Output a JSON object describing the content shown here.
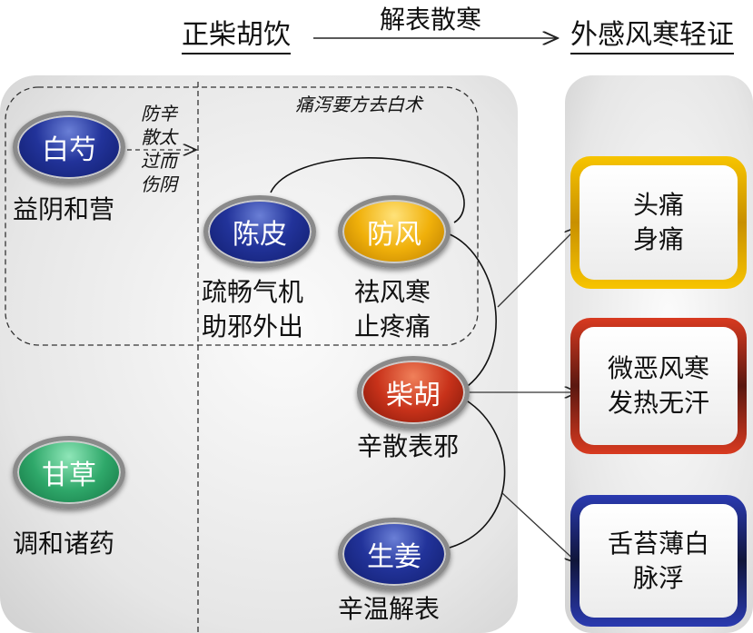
{
  "header": {
    "left_title": "正柴胡饮",
    "arrow_label": "解表散寒",
    "right_title": "外感风寒轻证"
  },
  "herbs": [
    {
      "name": "白芍",
      "effect": [
        "益阴和营"
      ],
      "color": "#1f2f95"
    },
    {
      "name": "陈皮",
      "effect": [
        "疏畅气机",
        "助邪外出"
      ],
      "color": "#1f2f95"
    },
    {
      "name": "防风",
      "effect": [
        "祛风寒",
        "止疼痛"
      ],
      "color": "#f0b00a"
    },
    {
      "name": "柴胡",
      "effect": [
        "辛散表邪"
      ],
      "color": "#c8321a"
    },
    {
      "name": "甘草",
      "effect": [
        "调和诸药"
      ],
      "color": "#2fa86a"
    },
    {
      "name": "生姜",
      "effect": [
        "辛温解表"
      ],
      "color": "#1f2f95"
    }
  ],
  "notes": {
    "baishao_note": [
      "防辛",
      "散太",
      "过而",
      "伤阴"
    ],
    "group_label": "痛泻要方去白术"
  },
  "symptoms": [
    {
      "lines": [
        "头痛",
        "身痛"
      ],
      "color": "#f0b400"
    },
    {
      "lines": [
        "微恶风寒",
        "发热无汗"
      ],
      "color": "#d03020"
    },
    {
      "lines": [
        "舌苔薄白",
        "脉浮"
      ],
      "color": "#2a3aa0"
    }
  ]
}
